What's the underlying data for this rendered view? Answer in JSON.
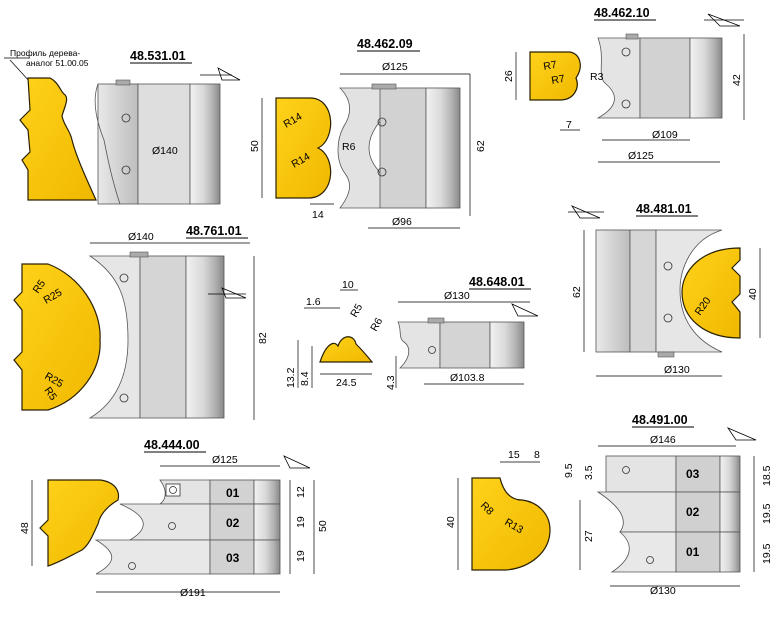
{
  "palette": {
    "wood": "#f5c400",
    "wood_edge": "#2a2100",
    "steel_light": "#e8e8e8",
    "steel_mid": "#c4c4c4",
    "steel_dark": "#8e8e8e",
    "line": "#000000"
  },
  "cutter_48_531_01": {
    "code": "48.531.01",
    "note_line1": "Профиль дерева-",
    "note_line2": "аналог 51.00.05",
    "dia": "Ø140"
  },
  "cutter_48_462_09": {
    "code": "48.462.09",
    "dia_top": "Ø125",
    "dia_bottom": "Ø96",
    "height": "62",
    "profile_height": "50",
    "width": "14",
    "r_top": "R14",
    "r_bottom": "R14",
    "r_mid": "R6"
  },
  "cutter_48_462_10": {
    "code": "48.462.10",
    "r7a": "R7",
    "r7b": "R7",
    "r3": "R3",
    "h26": "26",
    "w7": "7",
    "h42": "42",
    "dia109": "Ø109",
    "dia125": "Ø125"
  },
  "cutter_48_761_01": {
    "code": "48.761.01",
    "dia": "Ø140",
    "height": "82",
    "r5a": "R5",
    "r25a": "R25",
    "r25b": "R25",
    "r5b": "R5"
  },
  "cutter_48_648_01": {
    "code": "48.648.01",
    "d10": "10",
    "d1_6": "1.6",
    "r5": "R5",
    "r6": "R6",
    "dia130": "Ø130",
    "h13_2": "13.2",
    "h8_4": "8.4",
    "w24_5": "24.5",
    "h4_3": "4.3",
    "dia103_8": "Ø103.8"
  },
  "cutter_48_481_01": {
    "code": "48.481.01",
    "height": "62",
    "profile_h": "40",
    "r20": "R20",
    "dia130": "Ø130"
  },
  "cutter_48_444_00": {
    "code": "48.444.00",
    "dia125": "Ø125",
    "dia191": "Ø191",
    "h48": "48",
    "parts": [
      "01",
      "02",
      "03"
    ],
    "h12": "12",
    "h19a": "19",
    "h19b": "19",
    "h50": "50"
  },
  "cutter_48_491_00": {
    "code": "48.491.00",
    "dia146": "Ø146",
    "dia130": "Ø130",
    "d15": "15",
    "d8": "8",
    "d9_5": "9.5",
    "d3_5": "3.5",
    "r8": "R8",
    "r13": "R13",
    "h40": "40",
    "h27": "27",
    "parts": [
      "03",
      "02",
      "01"
    ],
    "h18_5": "18.5",
    "h19_5a": "19.5",
    "h19_5b": "19.5"
  }
}
